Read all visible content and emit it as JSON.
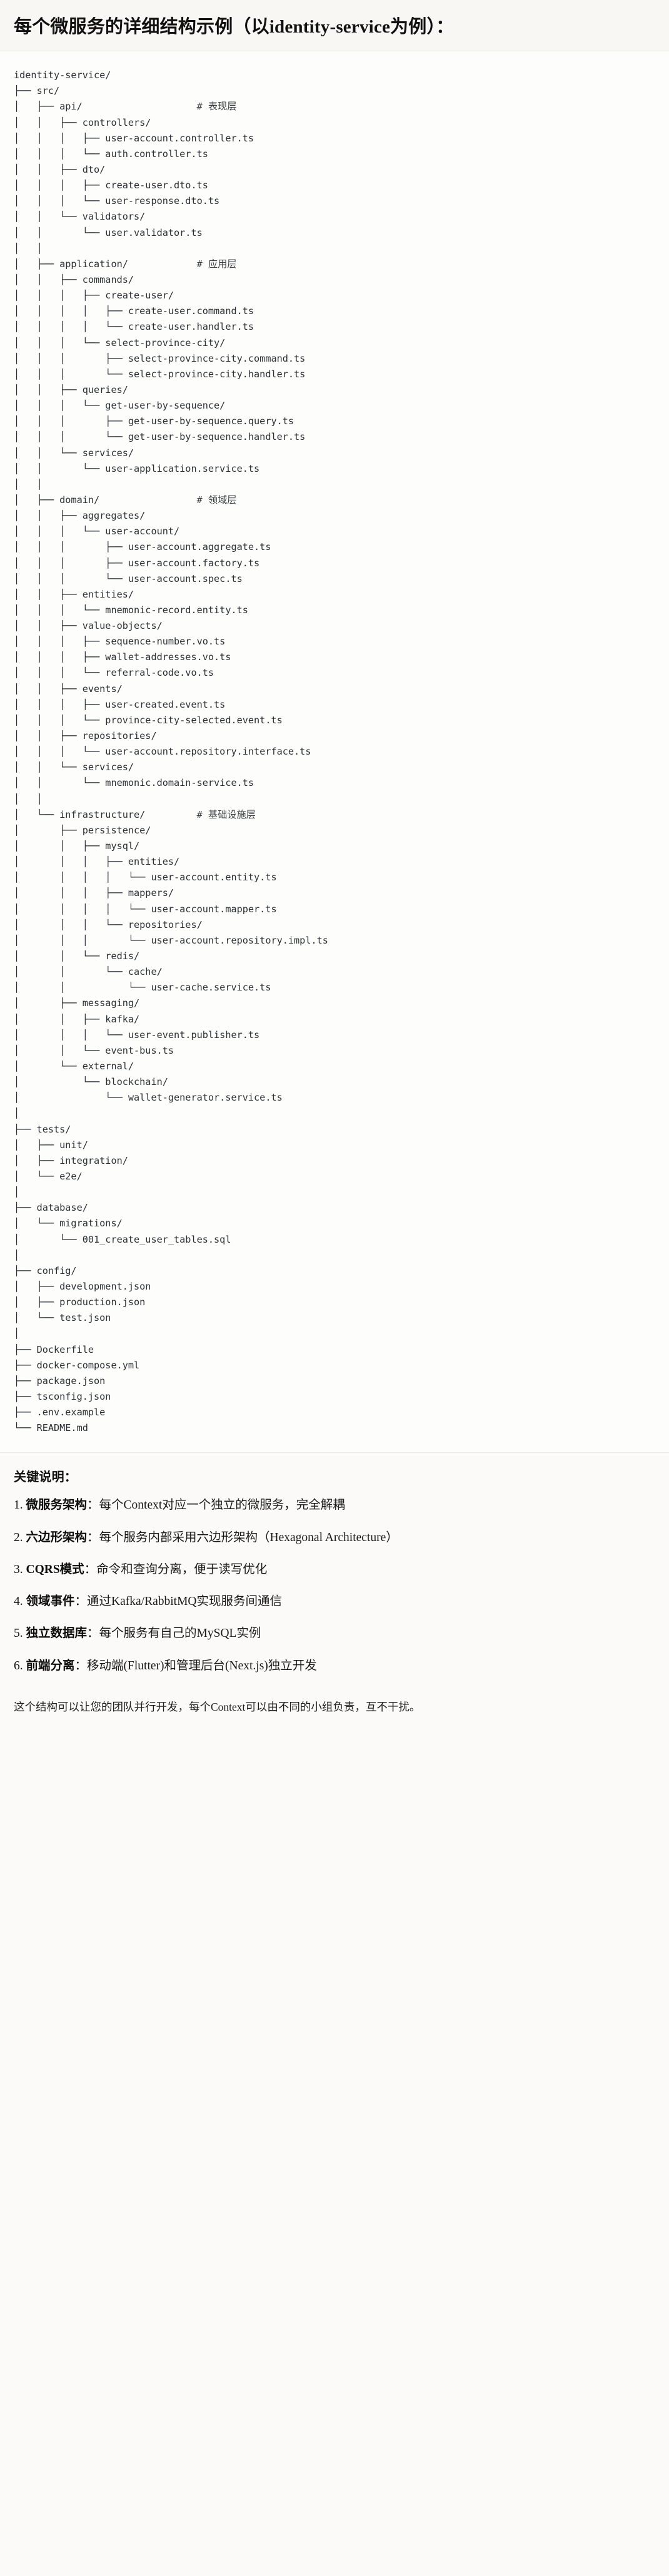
{
  "header": {
    "title": "每个微服务的详细结构示例（以identity-service为例）："
  },
  "code_block": {
    "language": "text",
    "root": "identity-service/",
    "comment_column": 32,
    "lines": [
      {
        "path": "identity-service/",
        "comment": ""
      },
      {
        "path": "├── src/",
        "comment": ""
      },
      {
        "path": "│   ├── api/",
        "comment": "# 表现层"
      },
      {
        "path": "│   │   ├── controllers/",
        "comment": ""
      },
      {
        "path": "│   │   │   ├── user-account.controller.ts",
        "comment": ""
      },
      {
        "path": "│   │   │   └── auth.controller.ts",
        "comment": ""
      },
      {
        "path": "│   │   ├── dto/",
        "comment": ""
      },
      {
        "path": "│   │   │   ├── create-user.dto.ts",
        "comment": ""
      },
      {
        "path": "│   │   │   └── user-response.dto.ts",
        "comment": ""
      },
      {
        "path": "│   │   └── validators/",
        "comment": ""
      },
      {
        "path": "│   │       └── user.validator.ts",
        "comment": ""
      },
      {
        "path": "│   │",
        "comment": ""
      },
      {
        "path": "│   ├── application/",
        "comment": "# 应用层"
      },
      {
        "path": "│   │   ├── commands/",
        "comment": ""
      },
      {
        "path": "│   │   │   ├── create-user/",
        "comment": ""
      },
      {
        "path": "│   │   │   │   ├── create-user.command.ts",
        "comment": ""
      },
      {
        "path": "│   │   │   │   └── create-user.handler.ts",
        "comment": ""
      },
      {
        "path": "│   │   │   └── select-province-city/",
        "comment": ""
      },
      {
        "path": "│   │   │       ├── select-province-city.command.ts",
        "comment": ""
      },
      {
        "path": "│   │   │       └── select-province-city.handler.ts",
        "comment": ""
      },
      {
        "path": "│   │   ├── queries/",
        "comment": ""
      },
      {
        "path": "│   │   │   └── get-user-by-sequence/",
        "comment": ""
      },
      {
        "path": "│   │   │       ├── get-user-by-sequence.query.ts",
        "comment": ""
      },
      {
        "path": "│   │   │       └── get-user-by-sequence.handler.ts",
        "comment": ""
      },
      {
        "path": "│   │   └── services/",
        "comment": ""
      },
      {
        "path": "│   │       └── user-application.service.ts",
        "comment": ""
      },
      {
        "path": "│   │",
        "comment": ""
      },
      {
        "path": "│   ├── domain/",
        "comment": "# 领域层"
      },
      {
        "path": "│   │   ├── aggregates/",
        "comment": ""
      },
      {
        "path": "│   │   │   └── user-account/",
        "comment": ""
      },
      {
        "path": "│   │   │       ├── user-account.aggregate.ts",
        "comment": ""
      },
      {
        "path": "│   │   │       ├── user-account.factory.ts",
        "comment": ""
      },
      {
        "path": "│   │   │       └── user-account.spec.ts",
        "comment": ""
      },
      {
        "path": "│   │   ├── entities/",
        "comment": ""
      },
      {
        "path": "│   │   │   └── mnemonic-record.entity.ts",
        "comment": ""
      },
      {
        "path": "│   │   ├── value-objects/",
        "comment": ""
      },
      {
        "path": "│   │   │   ├── sequence-number.vo.ts",
        "comment": ""
      },
      {
        "path": "│   │   │   ├── wallet-addresses.vo.ts",
        "comment": ""
      },
      {
        "path": "│   │   │   └── referral-code.vo.ts",
        "comment": ""
      },
      {
        "path": "│   │   ├── events/",
        "comment": ""
      },
      {
        "path": "│   │   │   ├── user-created.event.ts",
        "comment": ""
      },
      {
        "path": "│   │   │   └── province-city-selected.event.ts",
        "comment": ""
      },
      {
        "path": "│   │   ├── repositories/",
        "comment": ""
      },
      {
        "path": "│   │   │   └── user-account.repository.interface.ts",
        "comment": ""
      },
      {
        "path": "│   │   └── services/",
        "comment": ""
      },
      {
        "path": "│   │       └── mnemonic.domain-service.ts",
        "comment": ""
      },
      {
        "path": "│   │",
        "comment": ""
      },
      {
        "path": "│   └── infrastructure/",
        "comment": "# 基础设施层"
      },
      {
        "path": "│       ├── persistence/",
        "comment": ""
      },
      {
        "path": "│       │   ├── mysql/",
        "comment": ""
      },
      {
        "path": "│       │   │   ├── entities/",
        "comment": ""
      },
      {
        "path": "│       │   │   │   └── user-account.entity.ts",
        "comment": ""
      },
      {
        "path": "│       │   │   ├── mappers/",
        "comment": ""
      },
      {
        "path": "│       │   │   │   └── user-account.mapper.ts",
        "comment": ""
      },
      {
        "path": "│       │   │   └── repositories/",
        "comment": ""
      },
      {
        "path": "│       │   │       └── user-account.repository.impl.ts",
        "comment": ""
      },
      {
        "path": "│       │   └── redis/",
        "comment": ""
      },
      {
        "path": "│       │       └── cache/",
        "comment": ""
      },
      {
        "path": "│       │           └── user-cache.service.ts",
        "comment": ""
      },
      {
        "path": "│       ├── messaging/",
        "comment": ""
      },
      {
        "path": "│       │   ├── kafka/",
        "comment": ""
      },
      {
        "path": "│       │   │   └── user-event.publisher.ts",
        "comment": ""
      },
      {
        "path": "│       │   └── event-bus.ts",
        "comment": ""
      },
      {
        "path": "│       └── external/",
        "comment": ""
      },
      {
        "path": "│           └── blockchain/",
        "comment": ""
      },
      {
        "path": "│               └── wallet-generator.service.ts",
        "comment": ""
      },
      {
        "path": "│",
        "comment": ""
      },
      {
        "path": "├── tests/",
        "comment": ""
      },
      {
        "path": "│   ├── unit/",
        "comment": ""
      },
      {
        "path": "│   ├── integration/",
        "comment": ""
      },
      {
        "path": "│   └── e2e/",
        "comment": ""
      },
      {
        "path": "│",
        "comment": ""
      },
      {
        "path": "├── database/",
        "comment": ""
      },
      {
        "path": "│   └── migrations/",
        "comment": ""
      },
      {
        "path": "│       └── 001_create_user_tables.sql",
        "comment": ""
      },
      {
        "path": "│",
        "comment": ""
      },
      {
        "path": "├── config/",
        "comment": ""
      },
      {
        "path": "│   ├── development.json",
        "comment": ""
      },
      {
        "path": "│   ├── production.json",
        "comment": ""
      },
      {
        "path": "│   └── test.json",
        "comment": ""
      },
      {
        "path": "│",
        "comment": ""
      },
      {
        "path": "├── Dockerfile",
        "comment": ""
      },
      {
        "path": "├── docker-compose.yml",
        "comment": ""
      },
      {
        "path": "├── package.json",
        "comment": ""
      },
      {
        "path": "├── tsconfig.json",
        "comment": ""
      },
      {
        "path": "├── .env.example",
        "comment": ""
      },
      {
        "path": "└── README.md",
        "comment": ""
      }
    ]
  },
  "notes": {
    "heading": "关键说明：",
    "items": [
      {
        "num": "1.",
        "term": "微服务架构",
        "sep": "：",
        "body": "每个Context对应一个独立的微服务，完全解耦"
      },
      {
        "num": "2.",
        "term": "六边形架构",
        "sep": "：",
        "body": "每个服务内部采用六边形架构（Hexagonal Architecture）"
      },
      {
        "num": "3.",
        "term": "CQRS模式",
        "sep": "：",
        "body": "命令和查询分离，便于读写优化"
      },
      {
        "num": "4.",
        "term": "领域事件",
        "sep": "：",
        "body": "通过Kafka/RabbitMQ实现服务间通信"
      },
      {
        "num": "5.",
        "term": "独立数据库",
        "sep": "：",
        "body": "每个服务有自己的MySQL实例"
      },
      {
        "num": "6.",
        "term": "前端分离",
        "sep": "：",
        "body": "移动端(Flutter)和管理后台(Next.js)独立开发"
      }
    ],
    "closing": "这个结构可以让您的团队并行开发，每个Context可以由不同的小组负责，互不干扰。"
  },
  "colors": {
    "page_bg": "#fbfaf8",
    "header_bg": "#f8f7f3",
    "code_bg": "#fdfdfb",
    "text": "#1a1a1a",
    "code_text": "#2b2f33",
    "rule": "#e4e2dc"
  }
}
